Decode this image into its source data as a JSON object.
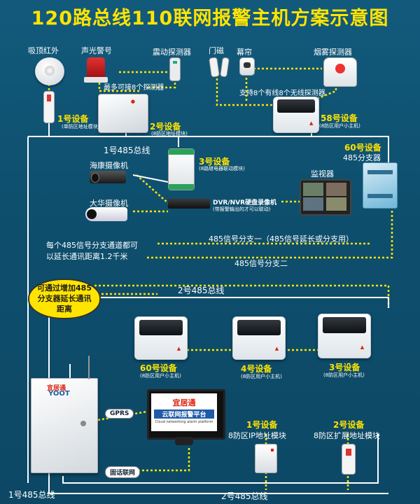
{
  "title": "120路总线110联网报警主机方案示意图",
  "colors": {
    "line_yellow": "#ffe400",
    "line_white": "#ffffff",
    "bg": "#0e4f6e",
    "label_yellow": "#ffe400"
  },
  "top_devices": [
    {
      "key": "pir",
      "label": "吸顶红外"
    },
    {
      "key": "siren",
      "label": "声光警号"
    },
    {
      "key": "vibration",
      "label": "震动探测器"
    },
    {
      "key": "door",
      "label": "门磁"
    },
    {
      "key": "curtain",
      "label": "幕帘"
    },
    {
      "key": "smoke",
      "label": "烟雾探测器"
    }
  ],
  "notes": {
    "max8": "最多可接8个探测器",
    "support8": "支持8个有线8个无线探测器",
    "extend_note_l1": "每个485信号分支通道都可",
    "extend_note_l2": "以延长通讯距离1.2千米",
    "branch1": "485信号分支一（485信号延长或分支用）",
    "branch2": "485信号分支二",
    "bubble_l1": "可通过增加485",
    "bubble_l2": "分支器延长通讯",
    "bubble_l3": "距离"
  },
  "devices": {
    "d1": {
      "name": "1号设备",
      "sub": "(单防区地址模块)"
    },
    "d2": {
      "name": "2号设备",
      "sub": "(8防区地址模块)"
    },
    "d3": {
      "name": "3号设备",
      "sub": "(8路继电器联动模块)"
    },
    "d58": {
      "name": "58号设备",
      "sub": "(8防区用户小主机)"
    },
    "d60": {
      "name": "60号设备",
      "sub": "485分支器"
    },
    "hik": {
      "name": "海康摄像机"
    },
    "dahua": {
      "name": "大华摄像机"
    },
    "monitor": {
      "name": "监视器"
    },
    "dvr": {
      "name": "DVR/NVR硬盘录像机",
      "sub": "(带报警输出的才可以联动)"
    },
    "m60": {
      "name": "60号设备",
      "sub": "(8防区用户小主机)"
    },
    "m4": {
      "name": "4号设备",
      "sub": "(8防区用户小主机)"
    },
    "m3": {
      "name": "3号设备",
      "sub": "(8防区用户小主机)"
    },
    "b1": {
      "name": "1号设备",
      "sub": "8防区IP地址模块"
    },
    "b2": {
      "name": "2号设备",
      "sub": "8防区扩展地址模块"
    }
  },
  "bus": {
    "bus1_top": "1号485总线",
    "bus2_mid": "2号485总线",
    "bus1_bottom": "1号485总线",
    "bus2_bottom": "2号485总线"
  },
  "host": {
    "brand": "宜居通",
    "brand_en": "YOOT"
  },
  "gprs": "GPRS",
  "phone": "固话联网",
  "cloud": {
    "title": "宜居通",
    "line2": "云联网报警平台",
    "en": "Cloud networking alarm platform"
  }
}
